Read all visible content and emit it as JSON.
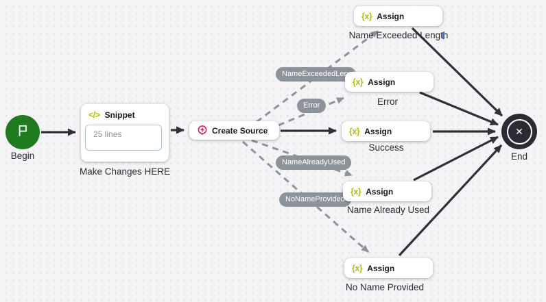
{
  "canvas": {
    "type": "flow-designer-dot-grid"
  },
  "nodes": {
    "begin": {
      "label": "Begin",
      "icon": "flag-icon"
    },
    "snippet": {
      "icon": "</>",
      "title": "Snippet",
      "body": "25 lines",
      "caption": "Make Changes HERE"
    },
    "create_source": {
      "icon": "pin-plus-icon",
      "title": "Create Source"
    },
    "assigns": [
      {
        "icon": "{x}",
        "title": "Assign",
        "caption": "Name Exceeded Length"
      },
      {
        "icon": "{x}",
        "title": "Assign",
        "caption": "Error"
      },
      {
        "icon": "{x}",
        "title": "Assign",
        "caption": "Success"
      },
      {
        "icon": "{x}",
        "title": "Assign",
        "caption": "Name Already Used"
      },
      {
        "icon": "{x}",
        "title": "Assign",
        "caption": "No Name Provided"
      }
    ],
    "end": {
      "label": "End",
      "icon": "✕"
    }
  },
  "edge_labels": {
    "name_exceeded": "NameExceededLength",
    "error": "Error",
    "name_already_used": "NameAlreadyUsed",
    "no_name_provided": "NoNameProvided"
  },
  "colors": {
    "begin_green": "#1e7b1e",
    "accent_yellow_green": "#b5bd0b",
    "accent_pink": "#d91e63",
    "solid_edge": "#2e3136",
    "gray_edge": "#8d939b",
    "end_dark": "#2b2b33",
    "caret_blue": "#2f6fd6",
    "background": "#f4f4f7"
  }
}
